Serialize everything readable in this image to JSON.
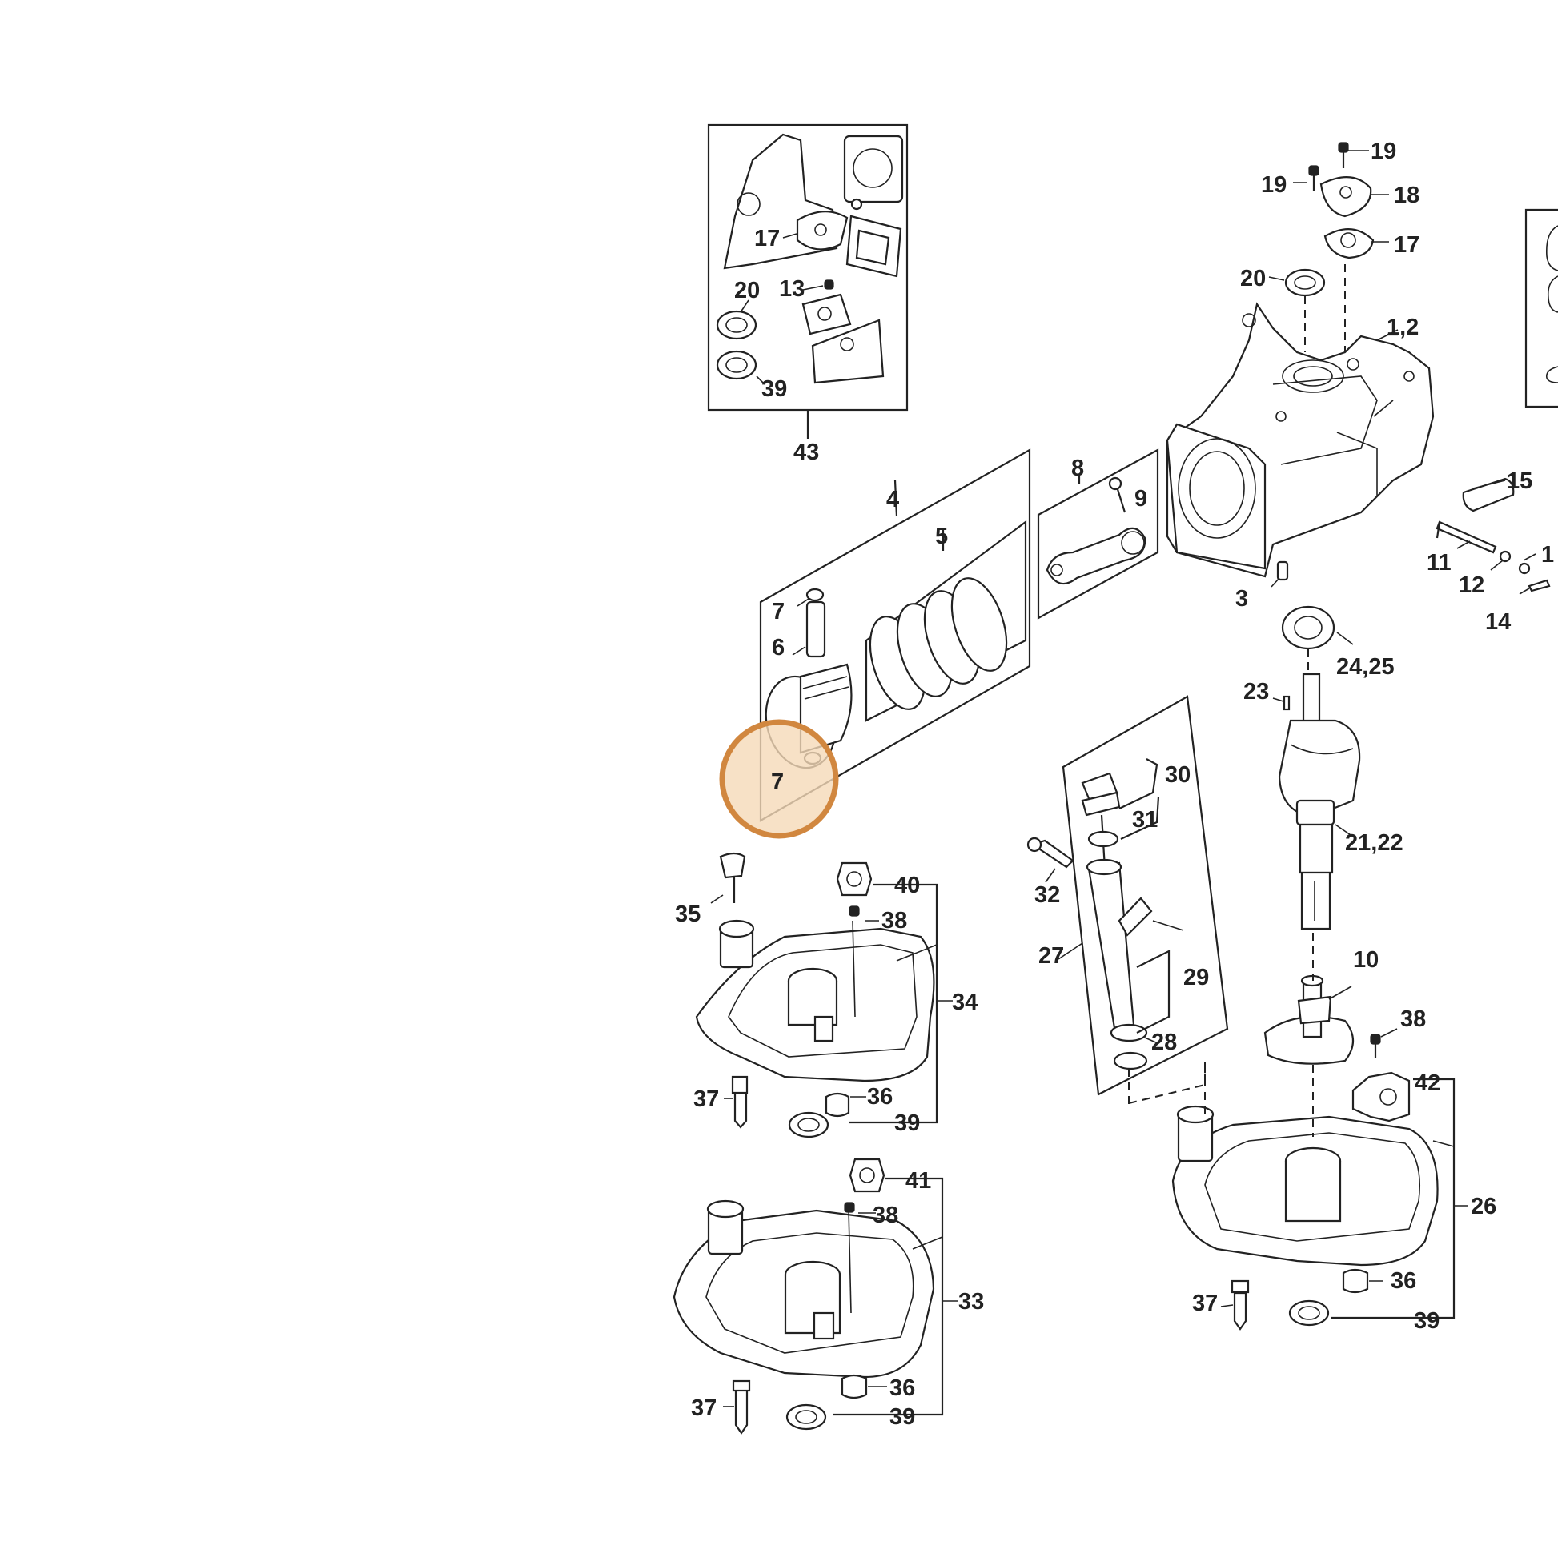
{
  "highlight": {
    "color": "#d1873f",
    "fill": "#f5d9b8",
    "item": "7"
  },
  "labels": {
    "l43": "43",
    "l17a": "17",
    "l13": "13",
    "l20a": "20",
    "l39a": "39",
    "l19a": "19",
    "l19b": "19",
    "l18": "18",
    "l17b": "17",
    "l20b": "20",
    "l12x": "1,2",
    "l4": "4",
    "l5": "5",
    "l7a": "7",
    "l6": "6",
    "l7b": "7",
    "l8": "8",
    "l9": "9",
    "l15": "15",
    "l11": "11",
    "l12": "12",
    "l1cut": "1",
    "l14": "14",
    "l3": "3",
    "l2425": "24,25",
    "l23": "23",
    "l2122": "21,22",
    "l30": "30",
    "l31": "31",
    "l32": "32",
    "l27": "27",
    "l29": "29",
    "l28": "28",
    "l35": "35",
    "l40": "40",
    "l38a": "38",
    "l34": "34",
    "l37a": "37",
    "l36a": "36",
    "l39b": "39",
    "l10": "10",
    "l38b": "38",
    "l42": "42",
    "l26": "26",
    "l36b": "36",
    "l37b": "37",
    "l39c": "39",
    "l41": "41",
    "l38c": "38",
    "l33": "33",
    "l36c": "36",
    "l37c": "37",
    "l39d": "39"
  }
}
